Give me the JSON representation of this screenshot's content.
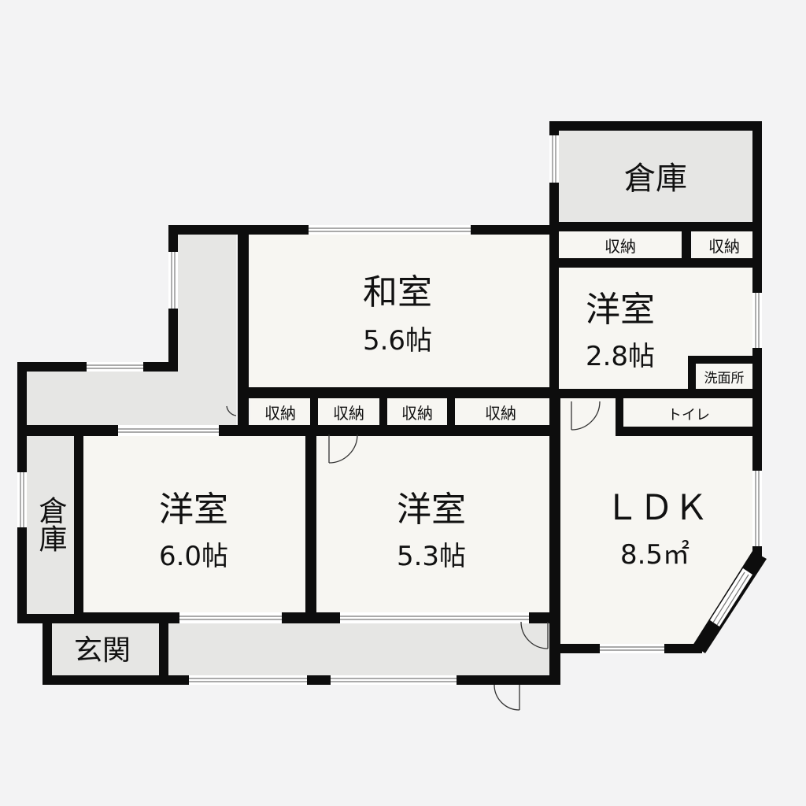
{
  "floorplan": {
    "rooms": [
      {
        "id": "soko-top",
        "name": "倉庫",
        "size": ""
      },
      {
        "id": "shuno-1",
        "name": "収納",
        "size": ""
      },
      {
        "id": "shuno-2",
        "name": "収納",
        "size": ""
      },
      {
        "id": "washitsu",
        "name": "和室",
        "size": "5.6帖"
      },
      {
        "id": "yoshitsu-small",
        "name": "洋室",
        "size": "2.8帖"
      },
      {
        "id": "senmenjo",
        "name": "洗面所",
        "size": ""
      },
      {
        "id": "toilet",
        "name": "トイレ",
        "size": ""
      },
      {
        "id": "shuno-3",
        "name": "収納",
        "size": ""
      },
      {
        "id": "shuno-4",
        "name": "収納",
        "size": ""
      },
      {
        "id": "shuno-5",
        "name": "収納",
        "size": ""
      },
      {
        "id": "shuno-6",
        "name": "収納",
        "size": ""
      },
      {
        "id": "yoshitsu-left",
        "name": "洋室",
        "size": "6.0帖"
      },
      {
        "id": "yoshitsu-mid",
        "name": "洋室",
        "size": "5.3帖"
      },
      {
        "id": "ldk",
        "name": "ＬＤＫ",
        "size": "8.5㎡"
      },
      {
        "id": "soko-left",
        "name": "倉庫",
        "size": ""
      },
      {
        "id": "genkan",
        "name": "玄関",
        "size": ""
      }
    ]
  }
}
